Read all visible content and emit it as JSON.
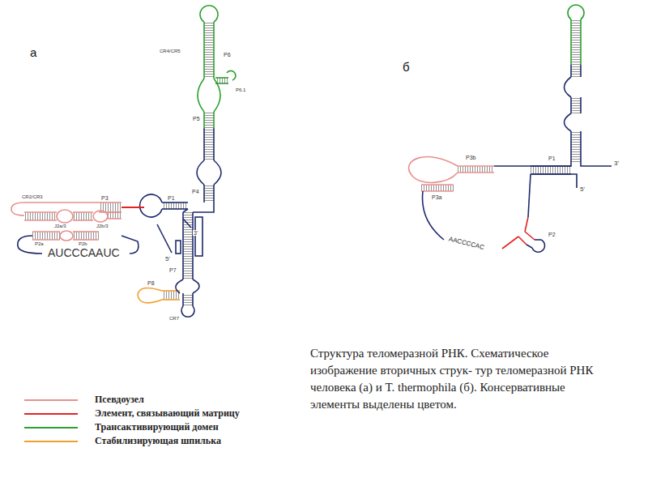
{
  "diagram": {
    "caption": "Структура теломеразной РНК. Схематическое изображение вторичных струк- тур теломеразной РНК человека (а) и T. thermophila (б). Консервативные элементы выделены цветом.",
    "labels": [
      "а",
      "б",
      "CR4/CR5",
      "P6",
      "P6.1",
      "P5",
      "P4",
      "P1",
      "P3",
      "CR2/CR3",
      "J2a/3",
      "J2b/3",
      "P2a",
      "P2b",
      "AUCCCAAUC",
      "3'",
      "5'",
      "P7",
      "P8",
      "CR7",
      "P3b",
      "P1",
      "3'",
      "P3a",
      "5'",
      "AACCCCAC",
      "P2"
    ],
    "legend": [
      {
        "text": "Псевдоузел",
        "color": "#e8908e"
      },
      {
        "text": "Элемент, связывающий матрицу",
        "color": "#e02424"
      },
      {
        "text": "Трансактивирующий домен",
        "color": "#2ca02c"
      },
      {
        "text": "Стабилизирующая шпилька",
        "color": "#f0a030"
      }
    ]
  }
}
